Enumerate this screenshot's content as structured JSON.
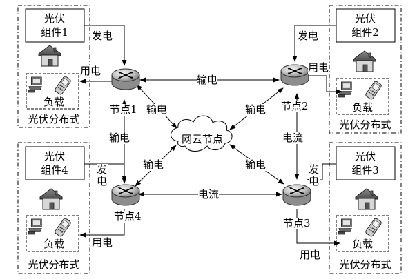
{
  "stations": {
    "tl": {
      "module": "光伏\n组件1",
      "load": "负载",
      "type": "光伏分布式"
    },
    "tr": {
      "module": "光伏\n组件2",
      "load": "负载",
      "type": "光伏分布式"
    },
    "bl": {
      "module": "光伏\n组件4",
      "load": "负载",
      "type": "光伏分布式"
    },
    "br": {
      "module": "光伏\n组件3",
      "load": "负载",
      "type": "光伏分布式"
    }
  },
  "nodes": {
    "n1": "节点1",
    "n2": "节点2",
    "n3": "节点3",
    "n4": "节点4"
  },
  "cloud": "网云节点",
  "edges": {
    "gen_tl": "发电",
    "use_tl": "用电",
    "gen_tr": "发电",
    "use_tr": "用电",
    "gen_bl": "发电",
    "use_bl": "用电",
    "gen_br": "发电",
    "use_br": "用电",
    "n1_n2": "输电",
    "n1_cloud": "输电",
    "n2_cloud": "输电",
    "n1_n4": "输电",
    "n4_cloud": "输电",
    "n3_cloud": "输电",
    "n2_n3": "电流",
    "n4_n3": "电流"
  }
}
